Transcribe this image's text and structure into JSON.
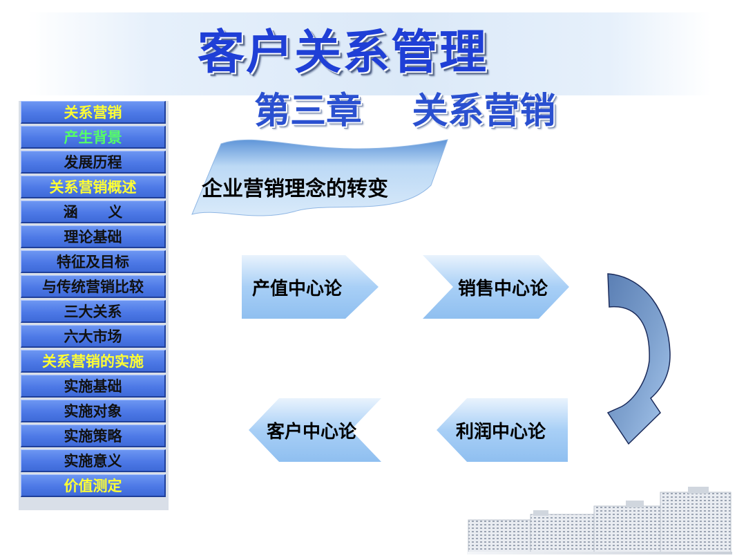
{
  "title": "客户关系管理",
  "subtitle": "第三章    关系营销",
  "sidebar": {
    "items": [
      {
        "label": "关系营销",
        "color": "#ffff33"
      },
      {
        "label": "产生背景",
        "color": "#55ff66"
      },
      {
        "label": "发展历程",
        "color": "#111111"
      },
      {
        "label": "关系营销概述",
        "color": "#ffff33"
      },
      {
        "label": "涵      义",
        "color": "#111111"
      },
      {
        "label": "理论基础",
        "color": "#111111"
      },
      {
        "label": "特征及目标",
        "color": "#111111"
      },
      {
        "label": "与传统营销比较",
        "color": "#111111"
      },
      {
        "label": "三大关系",
        "color": "#111111"
      },
      {
        "label": "六大市场",
        "color": "#111111"
      },
      {
        "label": "关系营销的实施",
        "color": "#ffff33"
      },
      {
        "label": "实施基础",
        "color": "#111111"
      },
      {
        "label": "实施对象",
        "color": "#111111"
      },
      {
        "label": "实施策略",
        "color": "#111111"
      },
      {
        "label": "实施意义",
        "color": "#111111"
      },
      {
        "label": "价值测定",
        "color": "#ffff33"
      }
    ]
  },
  "banner": {
    "text": "企业营销理念的转变"
  },
  "diagram": {
    "stages": [
      {
        "label": "产值中心论"
      },
      {
        "label": "销售中心论"
      },
      {
        "label": "利润中心论"
      },
      {
        "label": "客户中心论"
      }
    ]
  },
  "colors": {
    "title": "#1f3fd6",
    "sidebar_item": "#4d79e6",
    "stage_fill": "#9ec8f4",
    "arrow_fill": "#6f93c4"
  },
  "icons": [
    "curved-arrow-icon",
    "buildings-illustration"
  ]
}
